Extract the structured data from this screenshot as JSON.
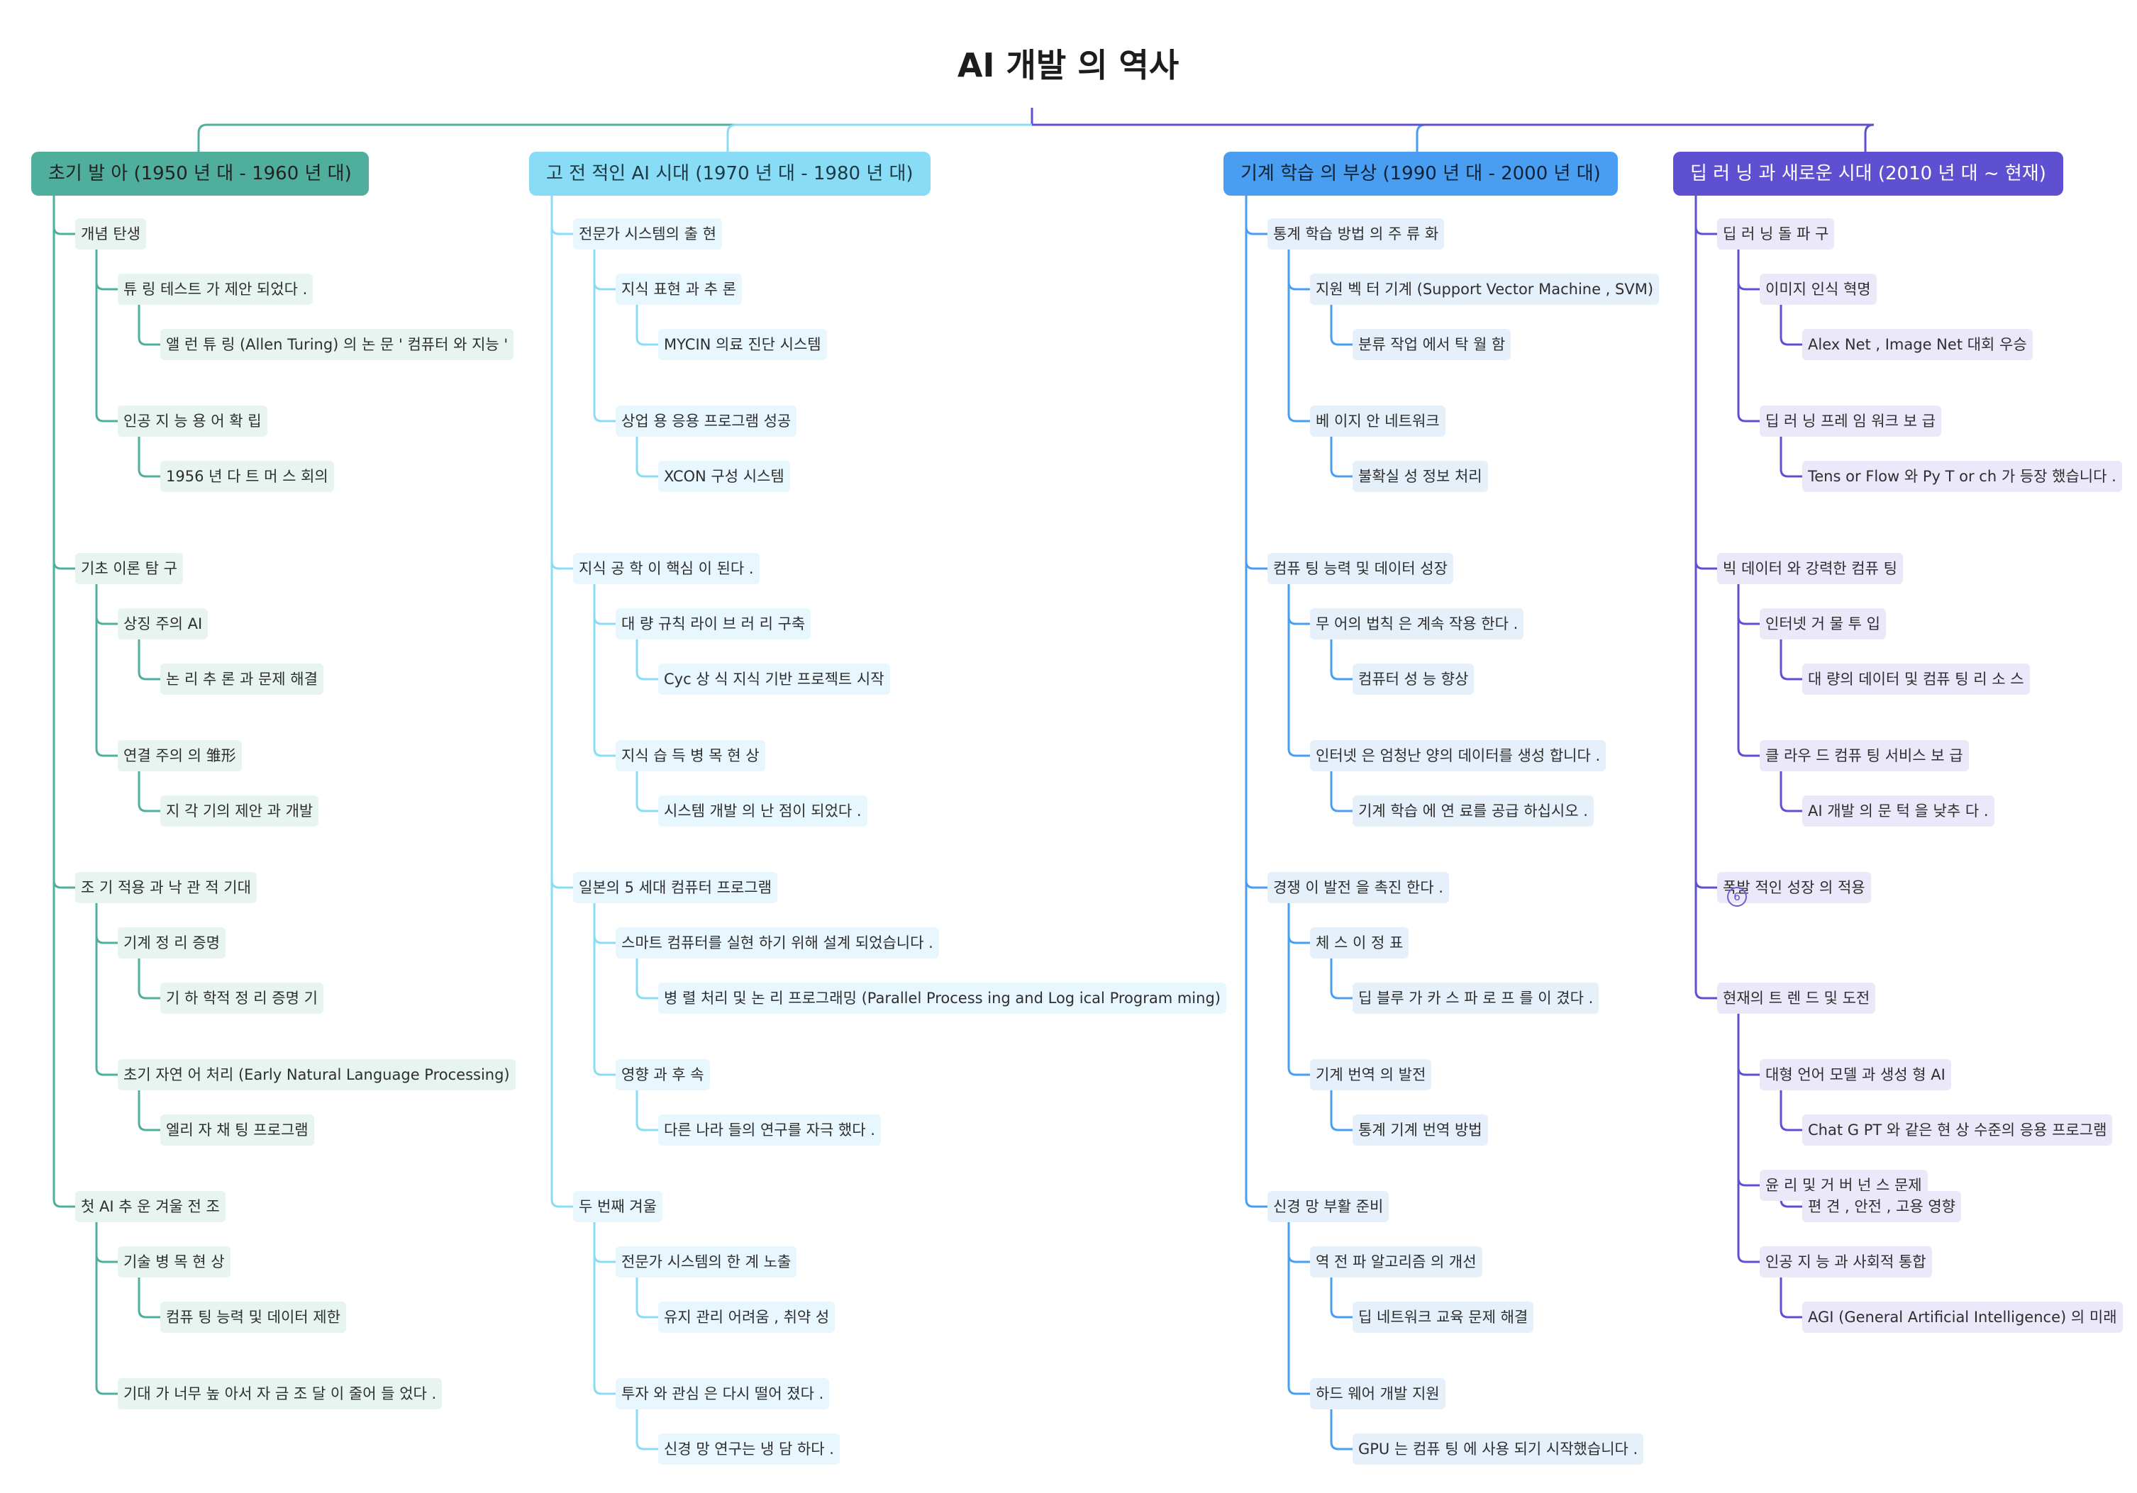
{
  "title": "AI 개발 의 역사",
  "colors": {
    "c0": "#4fae9c",
    "c1": "#89dcf6",
    "c2": "#4a9ef2",
    "c3": "#5e50d0"
  },
  "collapsed_count": "6",
  "categories": [
    {
      "label": "초기 발 아 (1950 년 대 - 1960 년 대)",
      "children": [
        {
          "label": "개념 탄생",
          "children": [
            {
              "label": "튜 링 테스트 가 제안 되었다 .",
              "children": [
                {
                  "label": "앨 런 튜 링 (Allen Turing) 의 논 문 ' 컴퓨터 와 지능 '"
                }
              ]
            },
            {
              "label": "인공 지 능 용 어 확 립",
              "children": [
                {
                  "label": "1956 년 다 트 머 스 회의"
                }
              ]
            }
          ]
        },
        {
          "label": "기초 이론 탐 구",
          "children": [
            {
              "label": "상징 주의 AI",
              "children": [
                {
                  "label": "논 리 추 론 과 문제 해결"
                }
              ]
            },
            {
              "label": "연결 주의 의 雏形",
              "children": [
                {
                  "label": "지 각 기의 제안 과 개발"
                }
              ]
            }
          ]
        },
        {
          "label": "조 기 적용 과 낙 관 적 기대",
          "children": [
            {
              "label": "기계 정 리 증명",
              "children": [
                {
                  "label": "기 하 학적 정 리 증명 기"
                }
              ]
            },
            {
              "label": "초기 자연 어 처리 (Early Natural Language Processing)",
              "children": [
                {
                  "label": "엘리 자 채 팅 프로그램"
                }
              ]
            }
          ]
        },
        {
          "label": "첫 AI 추 운 겨울 전 조",
          "children": [
            {
              "label": "기술 병 목 현 상",
              "children": [
                {
                  "label": "컴퓨 팅 능력 및 데이터 제한"
                }
              ]
            },
            {
              "label": "기대 가 너무 높 아서 자 금 조 달 이 줄어 들 었다 ."
            }
          ]
        }
      ]
    },
    {
      "label": "고 전 적인 AI 시대 (1970 년 대 - 1980 년 대)",
      "children": [
        {
          "label": "전문가 시스템의 출 현",
          "children": [
            {
              "label": "지식 표현 과 추 론",
              "children": [
                {
                  "label": "MYCIN 의료 진단 시스템"
                }
              ]
            },
            {
              "label": "상업 용 응용 프로그램 성공",
              "children": [
                {
                  "label": "XCON 구성 시스템"
                }
              ]
            }
          ]
        },
        {
          "label": "지식 공 학 이 핵심 이 된다 .",
          "children": [
            {
              "label": "대 량 규칙 라이 브 러 리 구축",
              "children": [
                {
                  "label": "Cyc 상 식 지식 기반 프로젝트 시작"
                }
              ]
            },
            {
              "label": "지식 습 득 병 목 현 상",
              "children": [
                {
                  "label": "시스템 개발 의 난 점이 되었다 ."
                }
              ]
            }
          ]
        },
        {
          "label": "일본의 5 세대 컴퓨터 프로그램",
          "children": [
            {
              "label": "스마트 컴퓨터를 실현 하기 위해 설계 되었습니다 .",
              "children": [
                {
                  "label": "병 렬 처리 및 논 리 프로그래밍 (Parallel Process ing and Log ical Program ming)"
                }
              ]
            },
            {
              "label": "영향 과 후 속",
              "children": [
                {
                  "label": "다른 나라 들의 연구를 자극 했다 ."
                }
              ]
            }
          ]
        },
        {
          "label": "두 번째 겨울",
          "children": [
            {
              "label": "전문가 시스템의 한 계 노출",
              "children": [
                {
                  "label": "유지 관리 어려움 , 취약 성"
                }
              ]
            },
            {
              "label": "투자 와 관심 은 다시 떨어 졌다 .",
              "children": [
                {
                  "label": "신경 망 연구는 냉 담 하다 ."
                }
              ]
            }
          ]
        }
      ]
    },
    {
      "label": "기계 학습 의 부상 (1990 년 대 - 2000 년 대)",
      "children": [
        {
          "label": "통계 학습 방법 의 주 류 화",
          "children": [
            {
              "label": "지원 벡 터 기계 (Support Vector Machine , SVM)",
              "children": [
                {
                  "label": "분류 작업 에서 탁 월 함"
                }
              ]
            },
            {
              "label": "베 이지 안 네트워크",
              "children": [
                {
                  "label": "불확실 성 정보 처리"
                }
              ]
            }
          ]
        },
        {
          "label": "컴퓨 팅 능력 및 데이터 성장",
          "children": [
            {
              "label": "무 어의 법칙 은 계속 작용 한다 .",
              "children": [
                {
                  "label": "컴퓨터 성 능 향상"
                }
              ]
            },
            {
              "label": "인터넷 은 엄청난 양의 데이터를 생성 합니다 .",
              "children": [
                {
                  "label": "기계 학습 에 연 료를 공급 하십시오 ."
                }
              ]
            }
          ]
        },
        {
          "label": "경쟁 이 발전 을 촉진 한다 .",
          "children": [
            {
              "label": "체 스 이 정 표",
              "children": [
                {
                  "label": "딥 블루 가 카 스 파 로 프 를 이 겼다 ."
                }
              ]
            },
            {
              "label": "기계 번역 의 발전",
              "children": [
                {
                  "label": "통계 기계 번역 방법"
                }
              ]
            }
          ]
        },
        {
          "label": "신경 망 부활 준비",
          "children": [
            {
              "label": "역 전 파 알고리즘 의 개선",
              "children": [
                {
                  "label": "딥 네트워크 교육 문제 해결"
                }
              ]
            },
            {
              "label": "하드 웨어 개발 지원",
              "children": [
                {
                  "label": "GPU 는 컴퓨 팅 에 사용 되기 시작했습니다 ."
                }
              ]
            }
          ]
        }
      ]
    },
    {
      "label": "딥 러 닝 과 새로운 시대 (2010 년 대 ~ 현재)",
      "children": [
        {
          "label": "딥 러 닝 돌 파 구",
          "children": [
            {
              "label": "이미지 인식 혁명",
              "children": [
                {
                  "label": "Alex Net , Image Net 대회 우승"
                }
              ]
            },
            {
              "label": "딥 러 닝 프레 임 워크 보 급",
              "children": [
                {
                  "label": "Tens or Flow 와 Py T or ch 가 등장 했습니다 ."
                }
              ]
            }
          ]
        },
        {
          "label": "빅 데이터 와 강력한 컴퓨 팅",
          "children": [
            {
              "label": "인터넷 거 물 투 입",
              "children": [
                {
                  "label": "대 량의 데이터 및 컴퓨 팅 리 소 스"
                }
              ]
            },
            {
              "label": "클 라우 드 컴퓨 팅 서비스 보 급",
              "children": [
                {
                  "label": "AI 개발 의 문 턱 을 낮추 다 ."
                }
              ]
            }
          ]
        },
        {
          "label": "폭발 적인 성장 의 적용"
        },
        {
          "label": "현재의 트 렌 드 및 도전",
          "children": [
            {
              "label": "대형 언어 모델 과 생성 형 AI",
              "children": [
                {
                  "label": "Chat G PT 와 같은 현 상 수준의 응용 프로그램"
                }
              ]
            },
            {
              "label": "윤 리 및 거 버 넌 스 문제",
              "children": [
                {
                  "label": "편 견 , 안전 , 고용 영향"
                }
              ]
            },
            {
              "label": "인공 지 능 과 사회적 통합",
              "children": [
                {
                  "label": "AGI (General Artificial Intelligence) 의 미래"
                }
              ]
            }
          ]
        }
      ]
    }
  ]
}
